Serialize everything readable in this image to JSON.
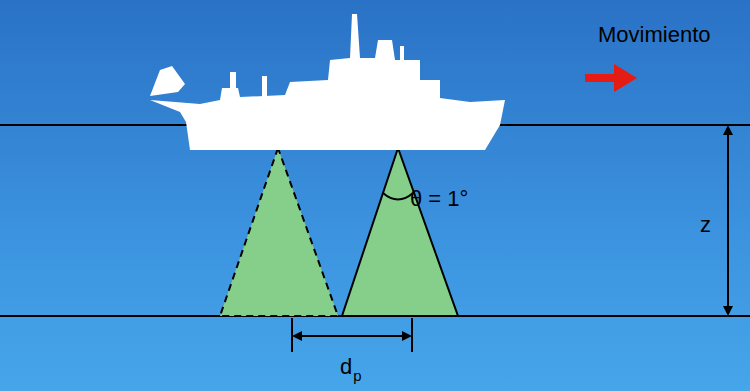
{
  "diagram": {
    "labels": [
      "Movimiento",
      "θ = 1°",
      "z",
      "d",
      "p"
    ]
  }
}
